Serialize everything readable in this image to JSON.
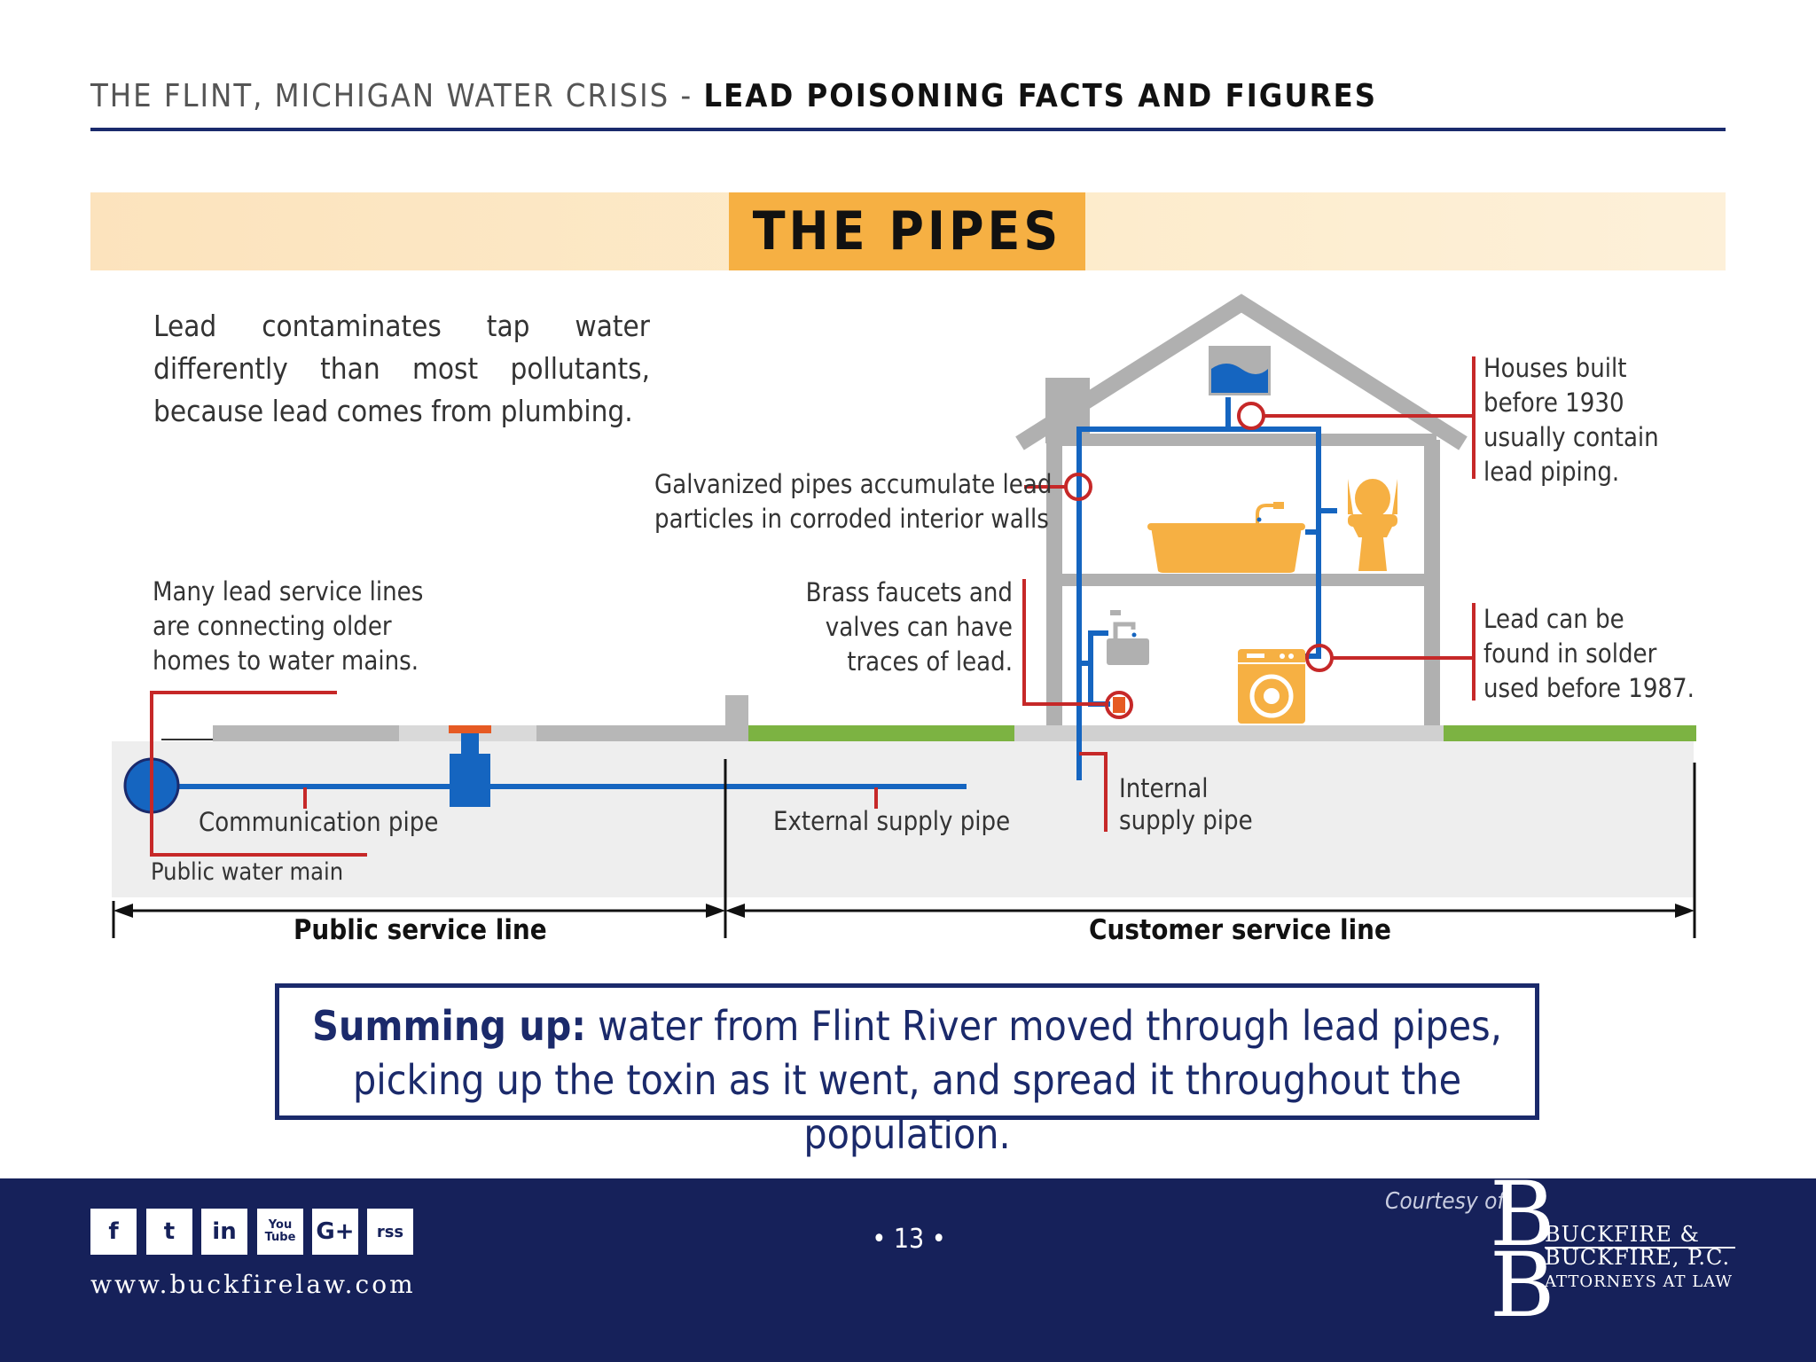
{
  "header": {
    "prefix": "THE FLINT, MICHIGAN WATER CRISIS - ",
    "bold": "LEAD POISONING FACTS AND FIGURES"
  },
  "section_title": "THE PIPES",
  "intro": "Lead contaminates tap water differently than most pollutants, because lead comes from plumbing.",
  "labels": {
    "service_lines": [
      "Many lead service lines",
      "are connecting older",
      "homes to water mains."
    ],
    "galvanized": [
      "Galvanized pipes accumulate lead",
      "particles in corroded interior walls"
    ],
    "brass": [
      "Brass faucets and",
      "valves can have",
      "traces of lead."
    ],
    "houses": [
      "Houses built",
      "before 1930",
      "usually contain",
      "lead piping."
    ],
    "solder": [
      "Lead can be",
      "found in solder",
      "used before 1987."
    ],
    "communication_pipe": "Communication pipe",
    "public_main": "Public water main",
    "external_pipe": "External supply pipe",
    "internal_pipe": [
      "Internal",
      "supply pipe"
    ],
    "public_line": "Public service line",
    "customer_line": "Customer service line"
  },
  "summary": {
    "bold": "Summing up:",
    "line1": " water from Flint River moved through lead pipes,",
    "line2": "picking up the toxin as it went, and spread it throughout the population."
  },
  "footer": {
    "social": [
      "f",
      "t",
      "in",
      "You Tube",
      "G+",
      "rss"
    ],
    "url": "www.buckfirelaw.com",
    "page": "• 13 •",
    "courtesy": "Courtesy of:",
    "firm_line1": "BUCKFIRE &",
    "firm_line2": "BUCKFIRE, P.C.",
    "firm_line3": "ATTORNEYS AT LAW"
  },
  "colors": {
    "navy": "#16215a",
    "pipe_blue": "#1565c0",
    "lead_red": "#c62828",
    "fixture_orange": "#f6b043",
    "grass_green": "#7cb342",
    "house_gray": "#b0b0b0"
  }
}
